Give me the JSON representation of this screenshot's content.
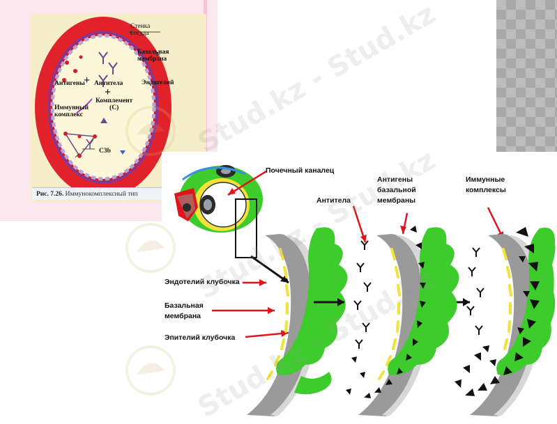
{
  "figure1": {
    "labels": {
      "wall": [
        "Стенка",
        "сосуда"
      ],
      "basement": [
        "Базальная",
        "мембрана"
      ],
      "endothelium": "Эндотелий",
      "antigens": "Антигены",
      "antibodies": "Антитела",
      "complement": [
        "Комплемент",
        "(С)"
      ],
      "immune_complex": [
        "Иммунный",
        "комплекс"
      ],
      "c3b": "C3b",
      "plus": "+"
    },
    "caption": {
      "number": "Рис. 7.26.",
      "text": "Иммунокомплексный тип"
    }
  },
  "figure2": {
    "labels": {
      "tubule": "Почечный каналец",
      "antibodies": "Антитела",
      "bm_antigens": [
        "Антигены",
        "базальной",
        "мембраны"
      ],
      "immune_complexes": [
        "Иммунные",
        "комплексы"
      ],
      "glom_endothelium": "Эндотелий клубочка",
      "basement": [
        "Базальная",
        "мембрана"
      ],
      "glom_epithelium": "Эпителий клубочка"
    }
  },
  "watermark": "Stud.kz - Stud.kz",
  "colors": {
    "vessel_red": "#e2222b",
    "lumen": "#fdf6d8",
    "epithelium_green": "#3dcc2c",
    "endothelium_yellow": "#f2e23a",
    "membrane_gray": "#8e8e8e",
    "arrow_red": "#e1141c"
  }
}
